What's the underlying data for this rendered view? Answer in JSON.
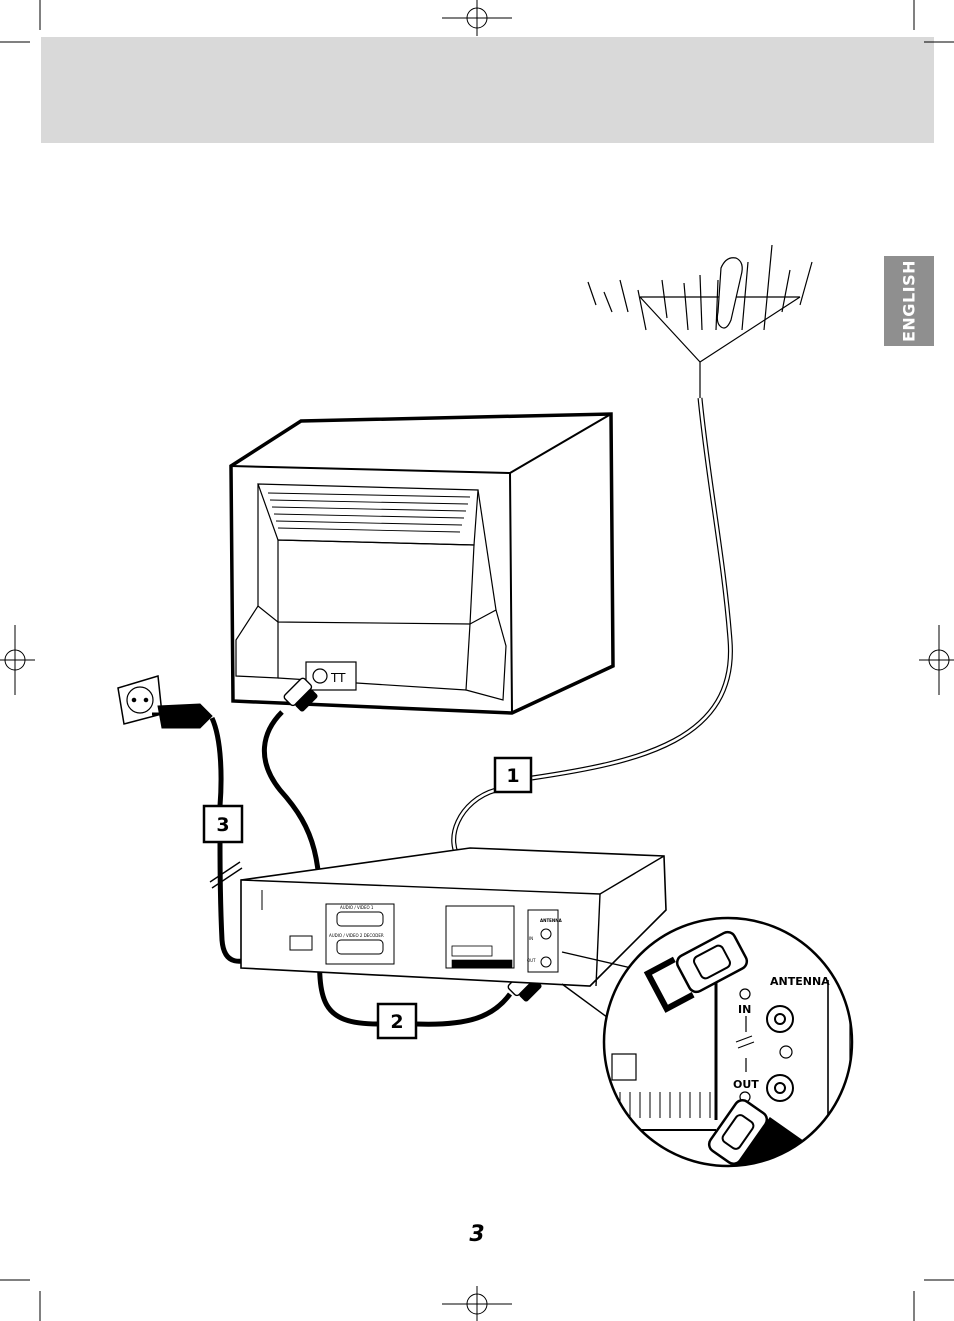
{
  "header": {
    "band_color": "#d9d9d9"
  },
  "language_tab": {
    "label": "ENGLISH",
    "color": "#8f8f8f"
  },
  "steps": [
    {
      "number": "1"
    },
    {
      "number": "2"
    },
    {
      "number": "3"
    }
  ],
  "vcr_panel": {
    "scart_1": "AUDIO / VIDEO 1",
    "scart_2": "AUDIO / VIDEO 2 DECODER",
    "antenna": "ANTENNA",
    "in": "IN",
    "out": "OUT"
  },
  "zoom_panel": {
    "antenna": "ANTENNA",
    "in": "IN",
    "out": "OUT"
  },
  "page_number": "3"
}
